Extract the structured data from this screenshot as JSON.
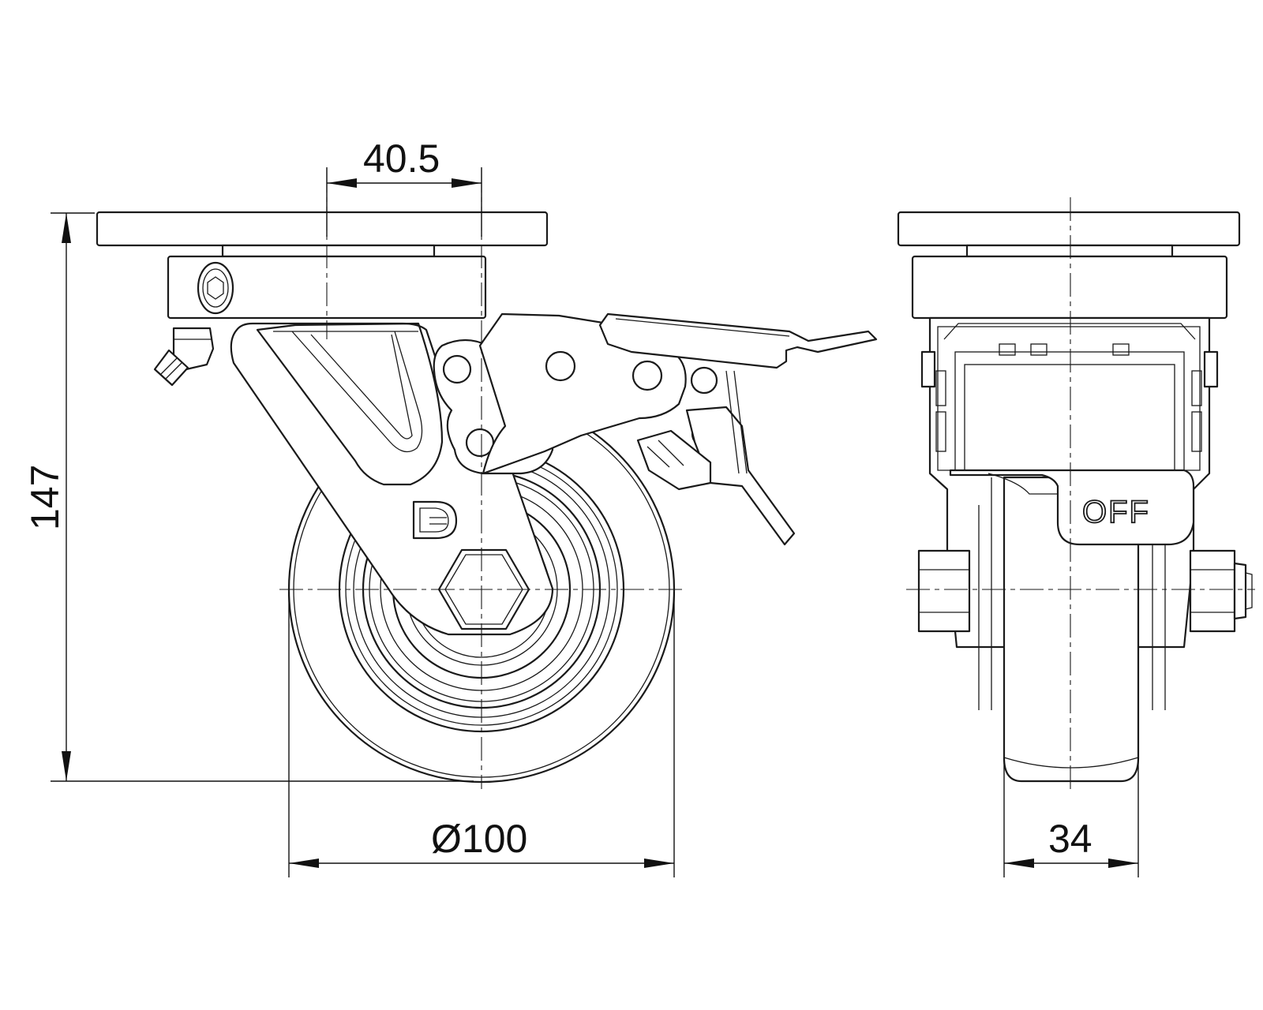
{
  "dimensions": {
    "offset": "40.5",
    "height": "147",
    "wheel_diameter": "Ø100",
    "wheel_width": "34"
  },
  "labels": {
    "brake_state": "OFF"
  },
  "icons": {
    "logo": "d-logo-icon",
    "grease_nipple": "grease-nipple-icon",
    "hex_socket": "hex-socket-screw-icon",
    "axle_nut": "hex-nut-icon"
  },
  "colors": {
    "line": "#1a1a1a",
    "background": "#ffffff"
  }
}
